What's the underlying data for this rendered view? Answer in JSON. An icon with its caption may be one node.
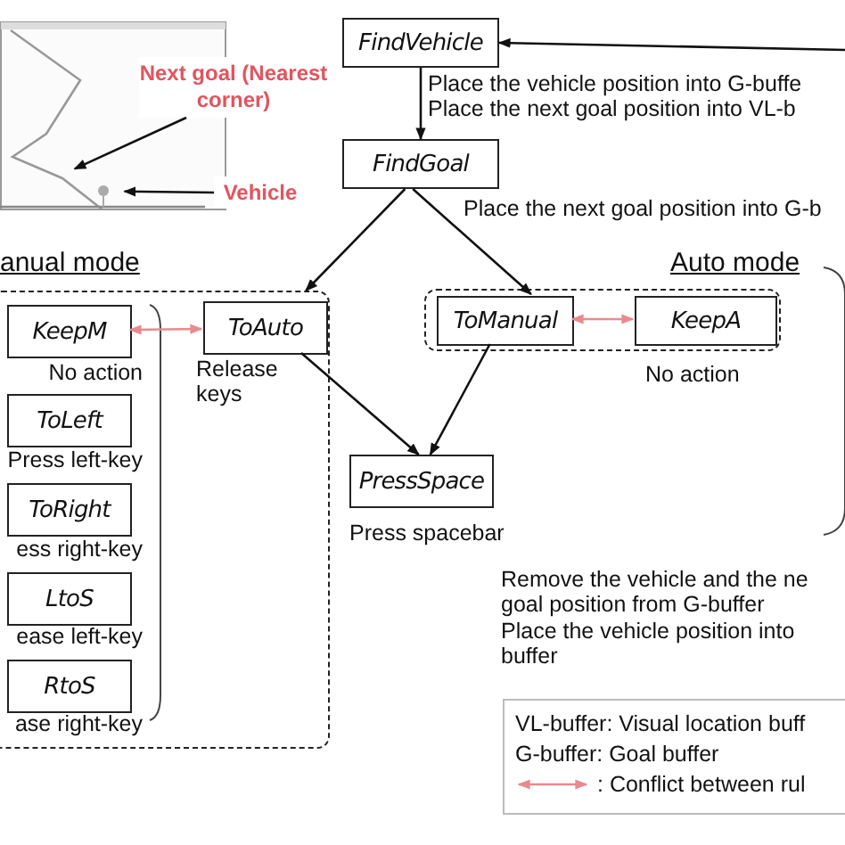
{
  "diagram": {
    "nodes": [
      {
        "text": [],
        "shape": "picture"
      },
      {
        "text": [
          "Next goal (Nearest corner)"
        ]
      },
      {
        "text": [
          "Vehicle"
        ]
      },
      {
        "text": [
          "FindVehicle"
        ]
      },
      {
        "text": [
          "FindGoal"
        ],
        "beside": [
          "Place the next goal position into G-b"
        ]
      },
      {
        "text": [
          "anual mode"
        ]
      },
      {
        "text": [
          "KeepM"
        ],
        "in": 5,
        "beside": [
          "No action"
        ]
      },
      {
        "text": [
          "ToLeft"
        ],
        "in": 5,
        "beside": [
          "Press left-key"
        ]
      },
      {
        "text": [
          "ToRight"
        ],
        "in": 5,
        "beside": [
          "ess right-key"
        ]
      },
      {
        "text": [
          "LtoS"
        ],
        "in": 5,
        "beside": [
          "ease left-key"
        ]
      },
      {
        "text": [
          "RtoS"
        ],
        "in": 5,
        "beside": [
          "ase right-key"
        ]
      },
      {
        "text": [
          "ToAuto"
        ],
        "in": 5,
        "beside": [
          "Release keys"
        ]
      },
      {
        "text": [
          "Auto mode"
        ]
      },
      {
        "text": [
          "ToManual"
        ],
        "in": 12
      },
      {
        "text": [
          "KeepA"
        ],
        "in": 12,
        "beside": [
          "No action"
        ]
      },
      {
        "text": [
          "PressSpace"
        ],
        "beside": [
          "Press spacebar"
        ]
      }
    ],
    "edges": [
      {
        "from": null,
        "to": 3,
        "arrow": "to"
      },
      {
        "from": 3,
        "to": 4,
        "arrow": "to",
        "label": "Place the vehicle position into G-buffe Place the next goal position into VL-b"
      },
      {
        "from": 4,
        "to": 5,
        "arrow": "to"
      },
      {
        "from": 4,
        "to": 13,
        "arrow": "to"
      },
      {
        "from": 11,
        "to": 15,
        "arrow": "to"
      },
      {
        "from": 13,
        "to": 15,
        "arrow": "to"
      },
      {
        "from": 6,
        "to": 11,
        "arrow": "both",
        "color": "#e88a8f"
      },
      {
        "from": 13,
        "to": 14,
        "arrow": "both",
        "color": "#e88a8f"
      },
      {
        "from": 1,
        "to": 0,
        "arrow": "to"
      },
      {
        "from": 2,
        "to": 0,
        "arrow": "to"
      }
    ],
    "labels": [
      "Remove the vehicle and the ne goal position from G-buffer",
      "Place the vehicle position into buffer"
    ],
    "legend": [
      {
        "text": "VL-buffer: Visual location buff"
      },
      {
        "text": "G-buffer: Goal buffer"
      },
      {
        "text": ": Conflict between rul"
      }
    ]
  }
}
